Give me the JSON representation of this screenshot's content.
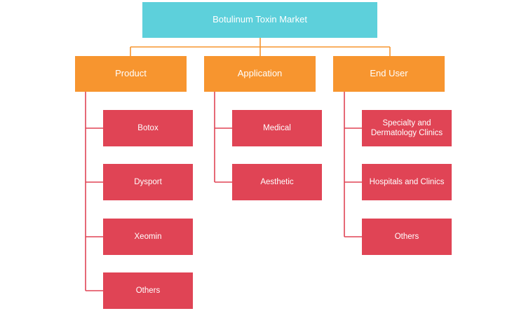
{
  "colors": {
    "root": "#5dd0db",
    "category": "#f7952f",
    "leaf": "#e04455",
    "connector": "#f7952f",
    "category_connector": "#e04455"
  },
  "root": {
    "label": "Botulinum Toxin Market"
  },
  "categories": [
    {
      "label": "Product",
      "items": [
        "Botox",
        "Dysport",
        "Xeomin",
        "Others"
      ]
    },
    {
      "label": "Application",
      "items": [
        "Medical",
        "Aesthetic"
      ]
    },
    {
      "label": "End User",
      "items": [
        "Specialty and Dermatology Clinics",
        "Hospitals and Clinics",
        "Others"
      ]
    }
  ]
}
